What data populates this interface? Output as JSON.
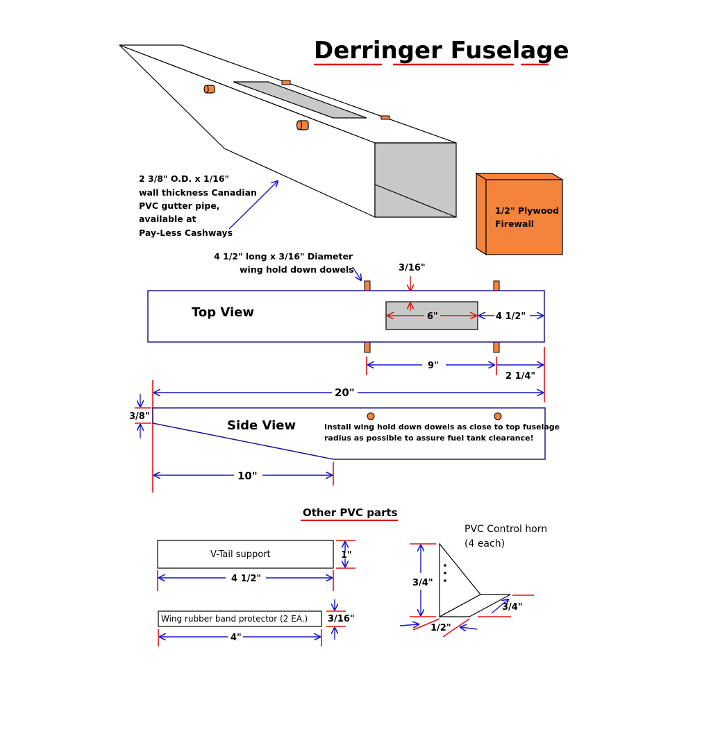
{
  "title": "Derringer Fuselage",
  "labels": {
    "pipe_note": [
      "2 3/8\" O.D. x 1/16\"",
      "wall thickness Canadian",
      "PVC gutter pipe,",
      "available at",
      "Pay-Less Cashways"
    ],
    "firewall": [
      "1/2\" Plywood",
      "Firewall"
    ],
    "dowel_note": [
      "4 1/2\" long x 3/16\" Diameter",
      "wing hold down dowels"
    ],
    "top_view": "Top View",
    "side_view": "Side View",
    "install_note": [
      "Install wing hold down dowels as close to top fuselage",
      "radius as possible to assure fuel tank clearance!"
    ],
    "other_parts_heading": "Other PVC parts",
    "vtail_support": "V-Tail support",
    "band_protector": "Wing rubber band protector (2 EA.)",
    "control_horn": [
      "PVC Control horn",
      "(4 each)"
    ]
  },
  "dimensions": {
    "slot_offset": "3/16\"",
    "slot_length": "6\"",
    "slot_to_front": "4 1/2\"",
    "dowel_spacing": "9\"",
    "dowel_to_front": "2 1/4\"",
    "overall_length": "20\"",
    "tail_height": "3/8\"",
    "taper_length": "10\"",
    "vtail_height": "1\"",
    "vtail_length": "4 1/2\"",
    "band_height": "3/16\"",
    "band_length": "4\"",
    "horn_height": "3/4\"",
    "horn_arm": "3/4\"",
    "horn_base": "1/2\""
  },
  "colors": {
    "outline": "#1a1a8c",
    "dimension_arrow": "#1515c8",
    "extension_line": "#e01010",
    "wood": "#f4843c",
    "gray": "#c8c8c8"
  }
}
